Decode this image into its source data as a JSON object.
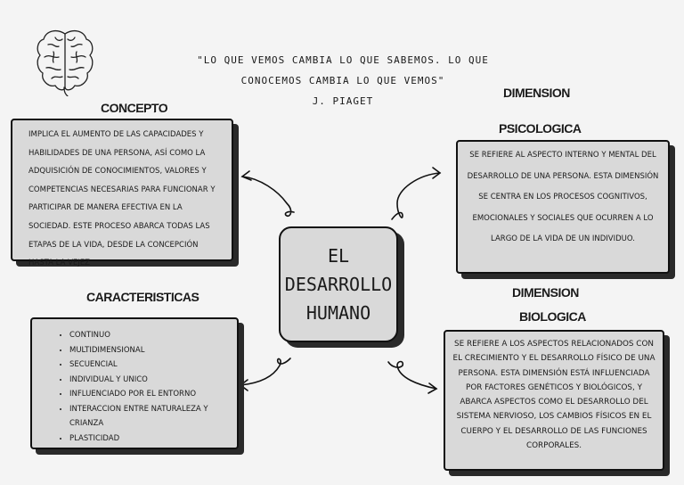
{
  "quote": {
    "line1": "\"LO QUE VEMOS CAMBIA LO QUE SABEMOS. LO QUE",
    "line2": "CONOCEMOS CAMBIA LO QUE VEMOS\"",
    "author": "J. PIAGET"
  },
  "center": {
    "line1": "EL",
    "line2": "DESARROLLO",
    "line3": "HUMANO"
  },
  "concepto": {
    "title": "CONCEPTO",
    "text": "Implica el aumento de las capacidades y habilidades de una persona, así como la adquisición de conocimientos, valores y competencias necesarias para funcionar y participar de manera efectiva en la sociedad. Este proceso abarca todas las etapas de la vida, desde la concepción hasta la vejez"
  },
  "psicologica": {
    "title_line1": "DIMENSION",
    "title_line2": "PSICOLOGICA",
    "text": "SE REFIERE AL ASPECTO INTERNO Y MENTAL DEL DESARROLLO DE UNA PERSONA. ESTA DIMENSIÓN SE CENTRA EN LOS PROCESOS COGNITIVOS, EMOCIONALES Y SOCIALES QUE OCURREN A LO LARGO DE LA VIDA DE UN INDIVIDUO."
  },
  "caracteristicas": {
    "title": "CARACTERISTICAS",
    "items": [
      "CONTINUO",
      "MULTIDIMENSIONAL",
      "SECUENCIAL",
      "INDIVIDUAL Y UNICO",
      "INFLUENCIADO POR EL ENTORNO",
      "INTERACCION ENTRE NATURALEZA Y CRIANZA",
      "PLASTICIDAD"
    ]
  },
  "biologica": {
    "title_line1": "DIMENSION",
    "title_line2": "BIOLOGICA",
    "text": "SE REFIERE A LOS ASPECTOS RELACIONADOS CON EL CRECIMIENTO Y EL DESARROLLO FÍSICO DE UNA PERSONA. ESTA DIMENSIÓN ESTÁ INFLUENCIADA POR FACTORES GENÉTICOS Y BIOLÓGICOS, Y ABARCA ASPECTOS COMO EL DESARROLLO DEL SISTEMA NERVIOSO, LOS CAMBIOS FÍSICOS EN EL CUERPO Y EL DESARROLLO DE LAS FUNCIONES CORPORALES."
  },
  "icons": {
    "brain": "brain-icon"
  }
}
